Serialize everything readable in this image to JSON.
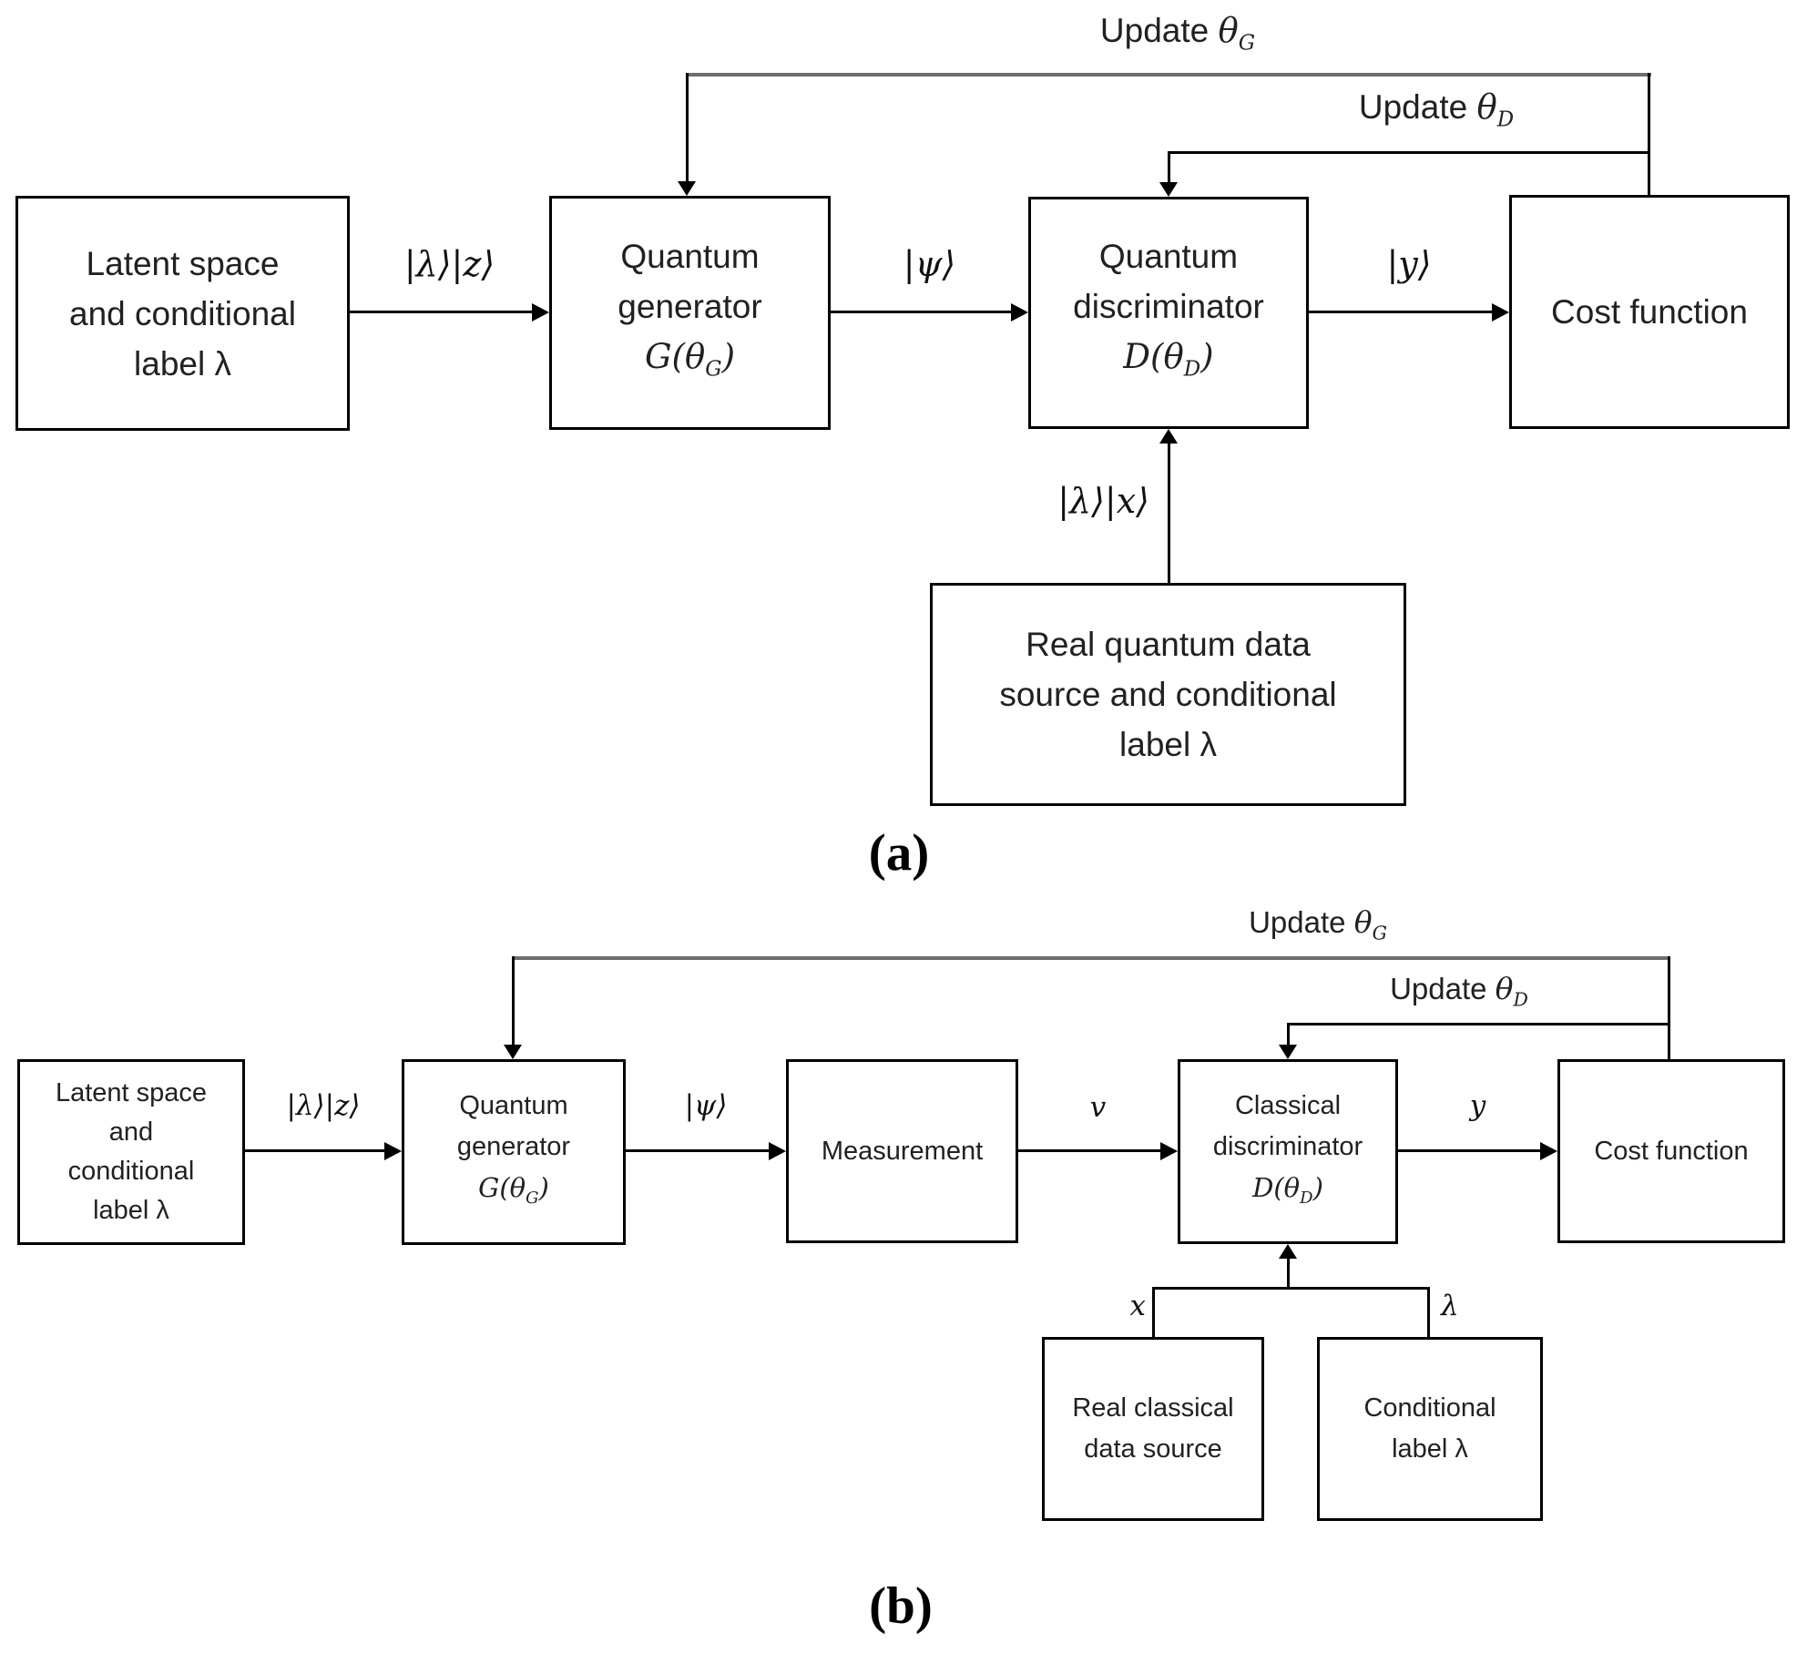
{
  "figure": {
    "background": "#ffffff",
    "line_color": "#000000",
    "feedback_line_color": "#6e6e6e"
  },
  "panel_a": {
    "caption": "(a)",
    "feedback": {
      "update_g": {
        "prefix": "Update ",
        "theta": "θ",
        "sub": "G"
      },
      "update_d": {
        "prefix": "Update ",
        "theta": "θ",
        "sub": "D"
      }
    },
    "boxes": {
      "latent": {
        "lines": [
          "Latent space",
          "and conditional",
          "label λ"
        ]
      },
      "generator": {
        "lines": [
          "Quantum",
          "generator"
        ],
        "math": {
          "pre": "G(θ",
          "sub": "G",
          "post": ")"
        }
      },
      "discriminator": {
        "lines": [
          "Quantum",
          "discriminator"
        ],
        "math": {
          "pre": "D(θ",
          "sub": "D",
          "post": ")"
        }
      },
      "cost": {
        "label": "Cost function"
      },
      "real_data": {
        "lines": [
          "Real quantum data",
          "source and conditional",
          "label λ"
        ]
      }
    },
    "flow_labels": {
      "lambda_z": "|λ⟩|z⟩",
      "psi": "|ψ⟩",
      "y": "|y⟩",
      "lambda_x": "|λ⟩|x⟩"
    }
  },
  "panel_b": {
    "caption": "(b)",
    "feedback": {
      "update_g": {
        "prefix": "Update ",
        "theta": "θ",
        "sub": "G"
      },
      "update_d": {
        "prefix": "Update ",
        "theta": "θ",
        "sub": "D"
      }
    },
    "boxes": {
      "latent": {
        "lines": [
          "Latent space",
          "and",
          "conditional",
          "label λ"
        ]
      },
      "generator": {
        "lines": [
          "Quantum",
          "generator"
        ],
        "math": {
          "pre": "G(θ",
          "sub": "G",
          "post": ")"
        }
      },
      "measurement": {
        "label": "Measurement"
      },
      "discriminator": {
        "lines": [
          "Classical",
          "discriminator"
        ],
        "math": {
          "pre": "D(θ",
          "sub": "D",
          "post": ")"
        }
      },
      "cost": {
        "label": "Cost function"
      },
      "real_data": {
        "lines": [
          "Real classical",
          "data source"
        ]
      },
      "conditional": {
        "lines": [
          "Conditional",
          "label λ"
        ]
      }
    },
    "flow_labels": {
      "lambda_z": "|λ⟩|z⟩",
      "psi": "|ψ⟩",
      "v": "v",
      "y": "y",
      "x": "x",
      "lambda": "λ"
    }
  }
}
